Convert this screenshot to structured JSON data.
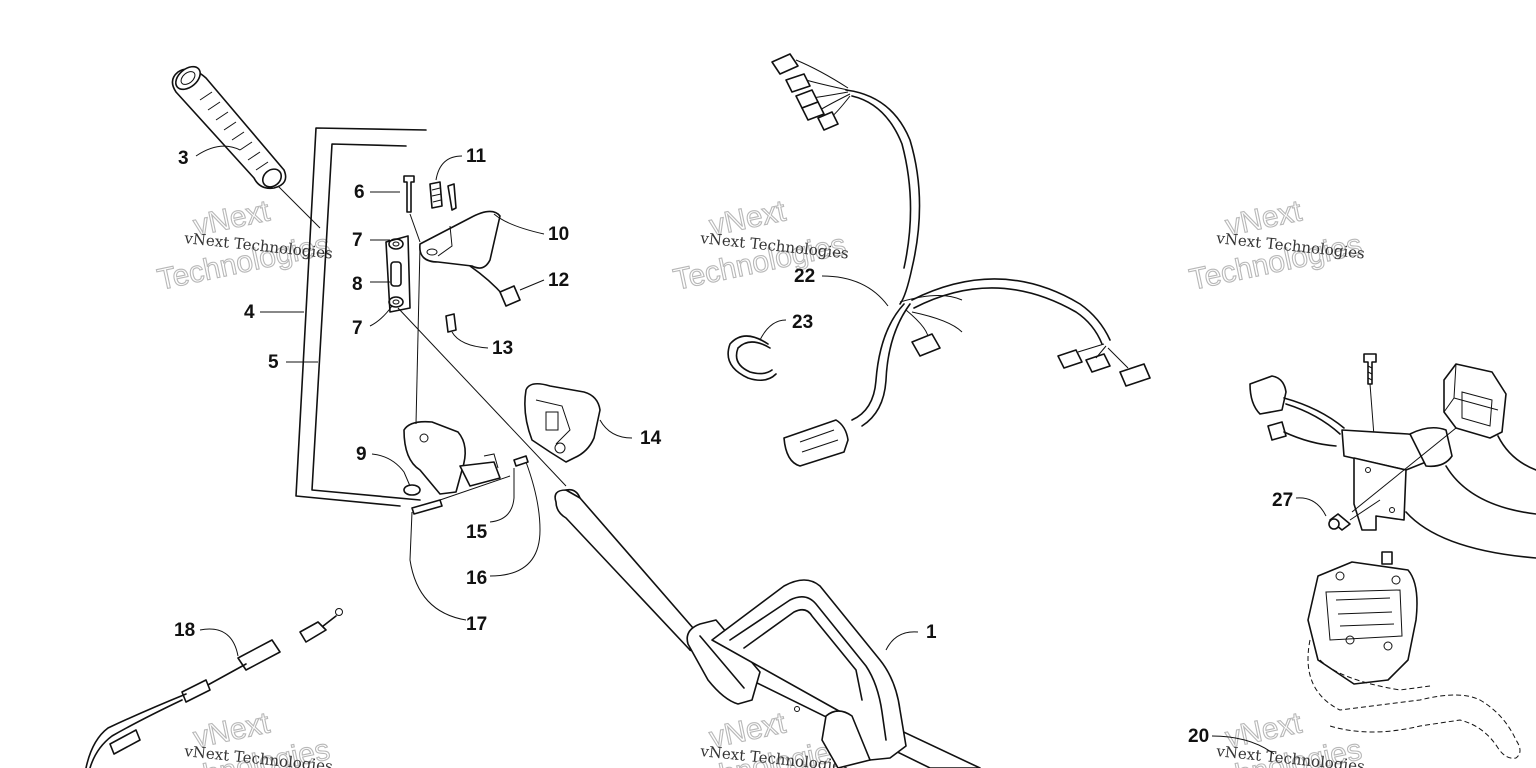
{
  "diagram": {
    "callouts": [
      {
        "label": "1"
      },
      {
        "label": "3"
      },
      {
        "label": "4"
      },
      {
        "label": "5"
      },
      {
        "label": "6"
      },
      {
        "label": "7"
      },
      {
        "label": "7"
      },
      {
        "label": "8"
      },
      {
        "label": "9"
      },
      {
        "label": "10"
      },
      {
        "label": "11"
      },
      {
        "label": "12"
      },
      {
        "label": "13"
      },
      {
        "label": "14"
      },
      {
        "label": "15"
      },
      {
        "label": "16"
      },
      {
        "label": "17"
      },
      {
        "label": "18"
      },
      {
        "label": "20"
      },
      {
        "label": "22"
      },
      {
        "label": "23"
      },
      {
        "label": "27"
      }
    ],
    "watermark": {
      "line": "vNext Technologies",
      "word1": "vNext",
      "word2": "Technologies"
    }
  }
}
